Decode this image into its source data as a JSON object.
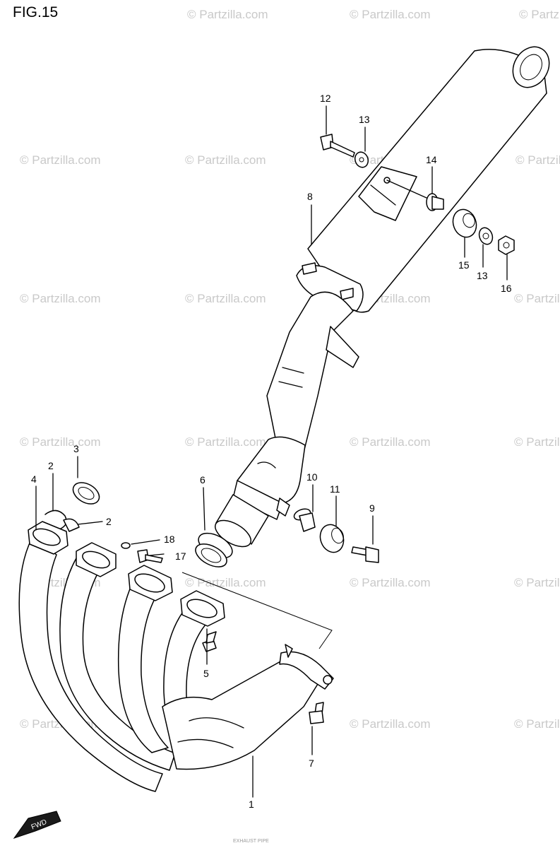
{
  "figure": {
    "title": "FIG.15"
  },
  "watermark": {
    "text": "© Partzilla.com",
    "color": "#c9c9c9"
  },
  "badge": {
    "text": "FWD",
    "icon": "fwd-arrow-icon"
  },
  "footer": {
    "text": "EXHAUST PIPE"
  },
  "callouts": [
    {
      "number": "1",
      "part": "exhaust-header"
    },
    {
      "number": "2",
      "part": "clip"
    },
    {
      "number": "2",
      "part": "clip"
    },
    {
      "number": "3",
      "part": "gasket"
    },
    {
      "number": "4",
      "part": "header-pipe-left"
    },
    {
      "number": "5",
      "part": "bolt"
    },
    {
      "number": "6",
      "part": "connector-gasket"
    },
    {
      "number": "7",
      "part": "bolt"
    },
    {
      "number": "8",
      "part": "muffler"
    },
    {
      "number": "9",
      "part": "bolt"
    },
    {
      "number": "10",
      "part": "bolt"
    },
    {
      "number": "11",
      "part": "cushion"
    },
    {
      "number": "12",
      "part": "bolt"
    },
    {
      "number": "13",
      "part": "washer"
    },
    {
      "number": "13",
      "part": "washer"
    },
    {
      "number": "14",
      "part": "bolt"
    },
    {
      "number": "15",
      "part": "cushion"
    },
    {
      "number": "16",
      "part": "nut"
    },
    {
      "number": "17",
      "part": "bolt"
    },
    {
      "number": "18",
      "part": "washer"
    }
  ]
}
